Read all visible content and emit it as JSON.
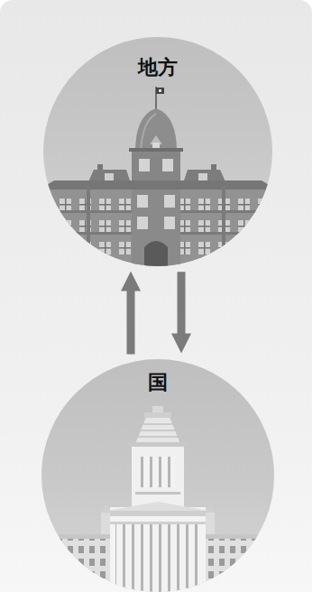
{
  "diagram": {
    "nodes": [
      {
        "text": [
          "地方"
        ]
      },
      {
        "text": [
          "国"
        ]
      }
    ],
    "edges": [
      {
        "from": 1,
        "to": 0,
        "arrow": "to"
      },
      {
        "from": 0,
        "to": 1,
        "arrow": "to"
      }
    ]
  }
}
